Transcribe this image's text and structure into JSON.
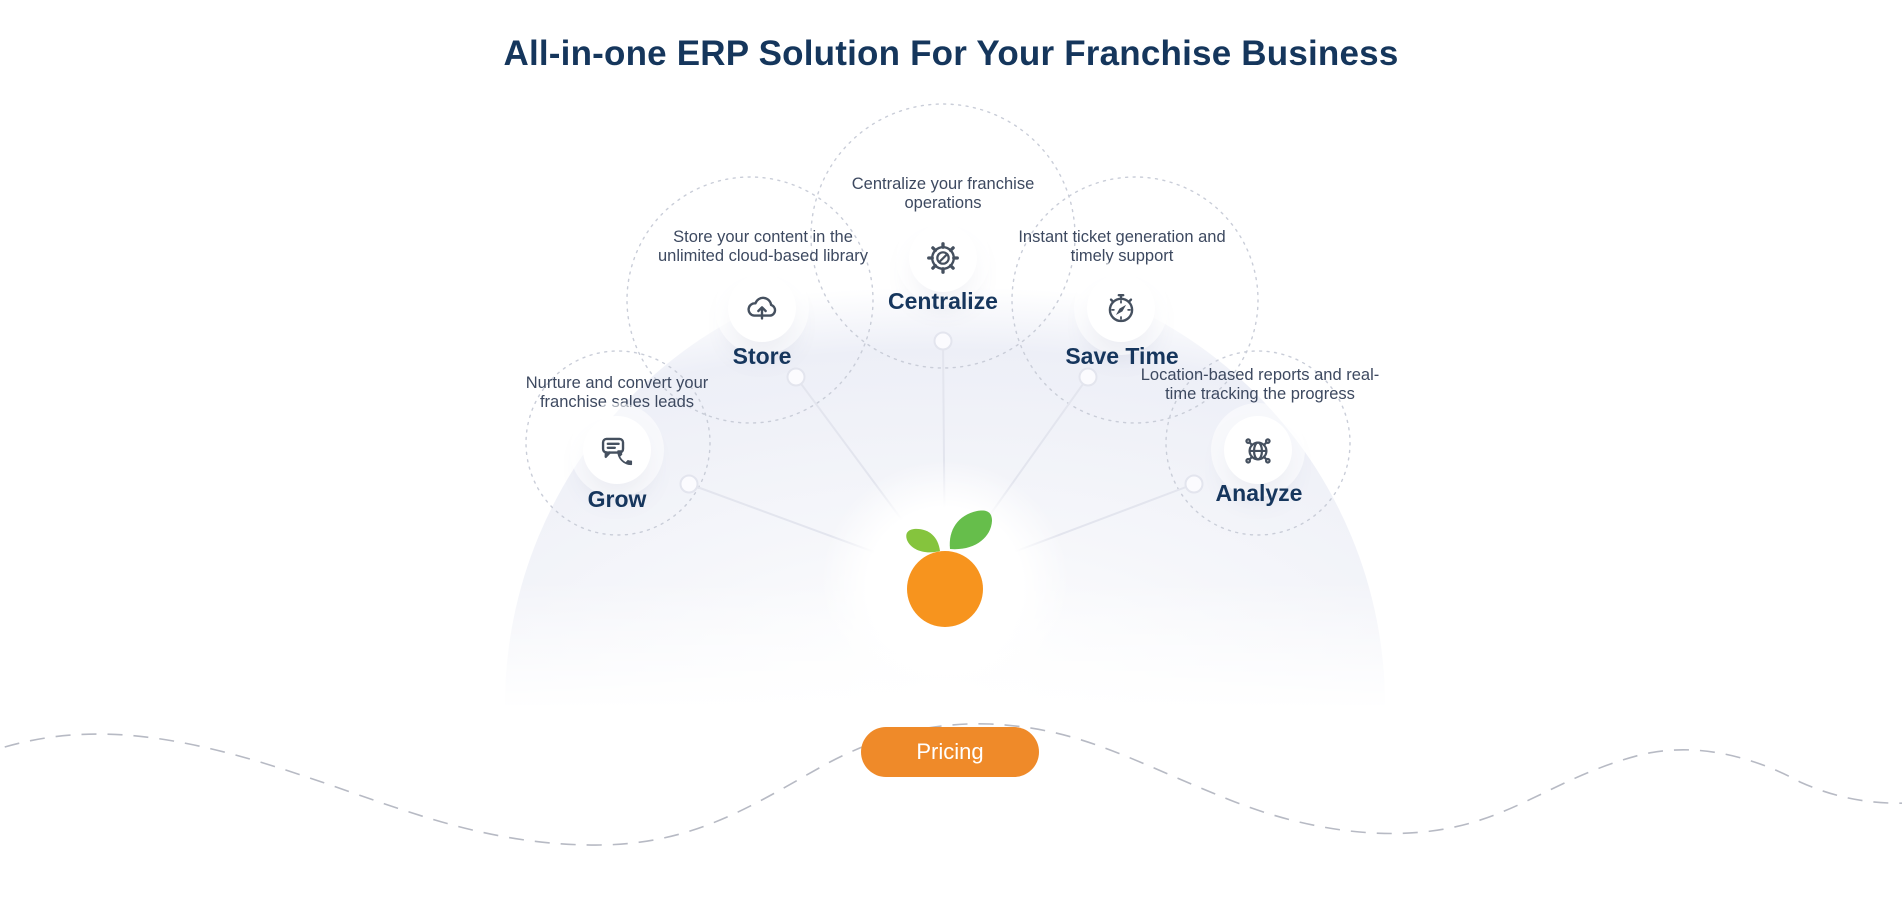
{
  "header": {
    "title": "All-in-one ERP Solution For Your Franchise Business"
  },
  "diagram": {
    "nodes": [
      {
        "id": "grow",
        "label": "Grow",
        "description": "Nurture and convert your franchise sales leads",
        "icon": "chat-phone-icon"
      },
      {
        "id": "store",
        "label": "Store",
        "description": "Store your content in the unlimited cloud-based library",
        "icon": "cloud-upload-icon"
      },
      {
        "id": "centralize",
        "label": "Centralize",
        "description": "Centralize your franchise operations",
        "icon": "gear-slash-icon"
      },
      {
        "id": "save_time",
        "label": "Save Time",
        "description": "Instant ticket generation and timely support",
        "icon": "stopwatch-compass-icon"
      },
      {
        "id": "analyze",
        "label": "Analyze",
        "description": "Location-based reports and real-time tracking the progress",
        "icon": "globe-network-icon"
      }
    ],
    "center_logo": "orange-fruit-logo"
  },
  "cta": {
    "label": "Pricing"
  },
  "colors": {
    "title_navy": "#15365c",
    "description_slate": "#3d4960",
    "icon_stroke": "#45505f",
    "button_orange": "#EF8A29",
    "logo_orange": "#F7941E",
    "leaf_green_left": "#85C43D",
    "leaf_green_right": "#66BE4B",
    "dotted_outline": "#c9cdd8",
    "fan_lavender": "#edeff7",
    "connector_gray": "#e3e5ee",
    "wave_gray": "#b7bac4"
  }
}
